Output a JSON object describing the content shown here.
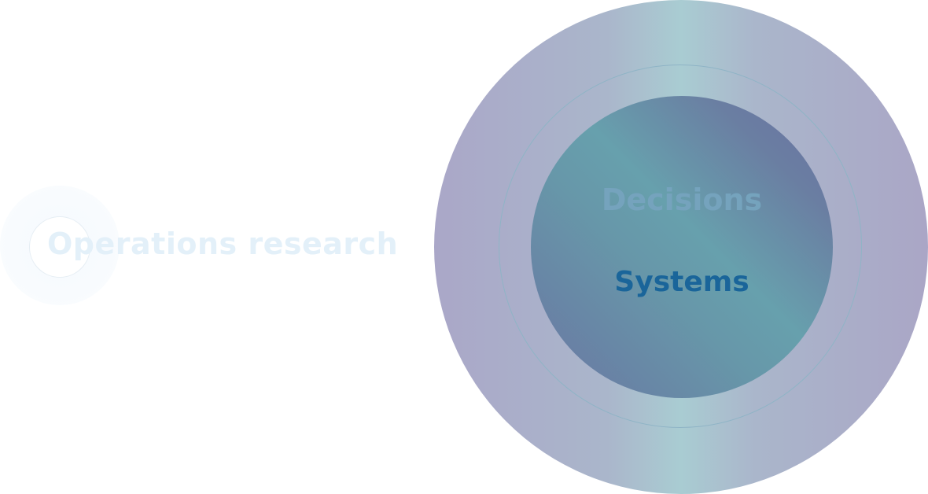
{
  "left": {
    "label": "Operations research"
  },
  "center": {
    "upper_label": "Decisions",
    "lower_label": "Systems"
  },
  "colors": {
    "outer_disc_edge": "#aaa7c8",
    "outer_disc_center": "#a9ccd2",
    "inner_disc": "#6797a9",
    "decisions_text": "#75a3bd",
    "systems_text": "#1a659a",
    "faint_text": "#e3f0f9"
  }
}
